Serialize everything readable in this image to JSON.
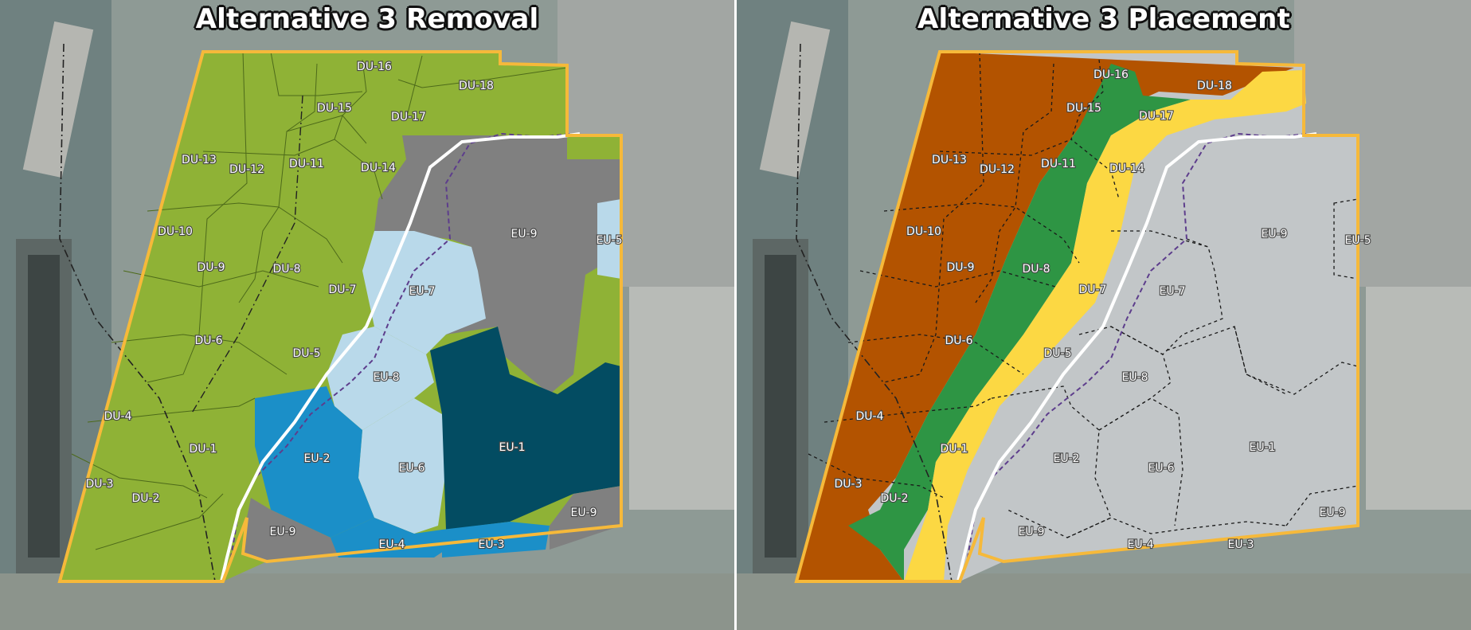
{
  "panels": {
    "left": {
      "title": "Alternative 3 Removal"
    },
    "right": {
      "title": "Alternative 3 Placement"
    }
  },
  "du_labels": [
    "DU-1",
    "DU-2",
    "DU-3",
    "DU-4",
    "DU-5",
    "DU-6",
    "DU-7",
    "DU-8",
    "DU-9",
    "DU-10",
    "DU-11",
    "DU-12",
    "DU-13",
    "DU-14",
    "DU-15",
    "DU-16",
    "DU-17",
    "DU-18"
  ],
  "eu_labels": [
    "EU-1",
    "EU-2",
    "EU-3",
    "EU-4",
    "EU-5",
    "EU-6",
    "EU-7",
    "EU-8",
    "EU-9"
  ],
  "colors": {
    "du_removal_green": "#8fb236",
    "eu_removal_dark_teal": "#034c62",
    "eu_removal_blue": "#1b8fc8",
    "eu_removal_light_blue": "#b9d9ea",
    "eu_removal_gray": "#808080",
    "placement_brown": "#b35300",
    "placement_green": "#2e9544",
    "placement_yellow": "#fcd843",
    "placement_light_gray": "#c2c6c8",
    "site_boundary_orange": "#f6b93a"
  }
}
